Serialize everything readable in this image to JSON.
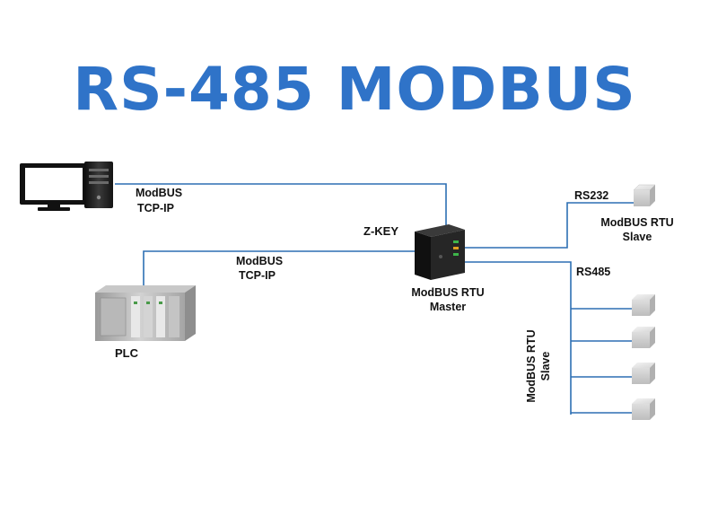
{
  "title": "RS-485 MODBUS",
  "colors": {
    "title": "#2f73c8",
    "wire": "#2d6fb4"
  },
  "nodes": {
    "computer": {
      "icon": "desktop-computer-icon",
      "label_line1": "ModBUS",
      "label_line2": "TCP-IP"
    },
    "plc": {
      "icon": "plc-rack-icon",
      "label": "PLC",
      "link_line1": "ModBUS",
      "link_line2": "TCP-IP"
    },
    "master": {
      "icon": "z-key-module-icon",
      "name": "Z-KEY",
      "role_line1": "ModBUS RTU",
      "role_line2": "Master"
    },
    "rs232_slave": {
      "bus": "RS232",
      "label_line1": "ModBUS RTU",
      "label_line2": "Slave"
    },
    "rs485_bus": {
      "bus": "RS485",
      "label_line1": "ModBUS RTU",
      "label_line2": "Slave",
      "slave_count": 4
    }
  }
}
